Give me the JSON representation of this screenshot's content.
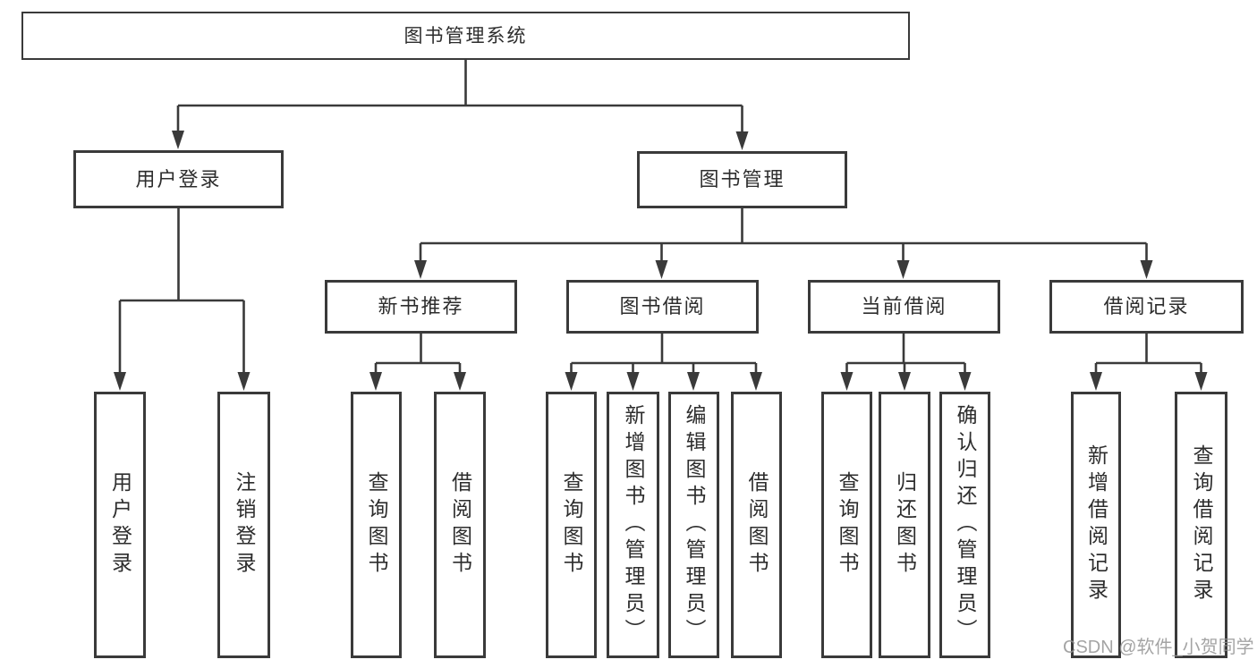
{
  "tree": {
    "root": {
      "label": "图书管理系统",
      "children": [
        {
          "label": "用户登录",
          "children": [
            {
              "label": "用户登录"
            },
            {
              "label": "注销登录"
            }
          ]
        },
        {
          "label": "图书管理",
          "children": [
            {
              "label": "新书推荐",
              "children": [
                {
                  "label": "查询图书"
                },
                {
                  "label": "借阅图书"
                }
              ]
            },
            {
              "label": "图书借阅",
              "children": [
                {
                  "label": "查询图书"
                },
                {
                  "label": "新增图书（管理员）"
                },
                {
                  "label": "编辑图书（管理员）"
                },
                {
                  "label": "借阅图书"
                }
              ]
            },
            {
              "label": "当前借阅",
              "children": [
                {
                  "label": "查询图书"
                },
                {
                  "label": "归还图书"
                },
                {
                  "label": "确认归还（管理员）"
                }
              ]
            },
            {
              "label": "借阅记录",
              "children": [
                {
                  "label": "新增借阅记录"
                },
                {
                  "label": "查询借阅记录"
                }
              ]
            }
          ]
        }
      ]
    }
  },
  "watermark": {
    "text": "CSDN @软件_小贺同学"
  },
  "colors": {
    "line": "#3a3a3a",
    "text": "#2d2d2d",
    "watermark": "#949494",
    "background": "#ffffff"
  }
}
